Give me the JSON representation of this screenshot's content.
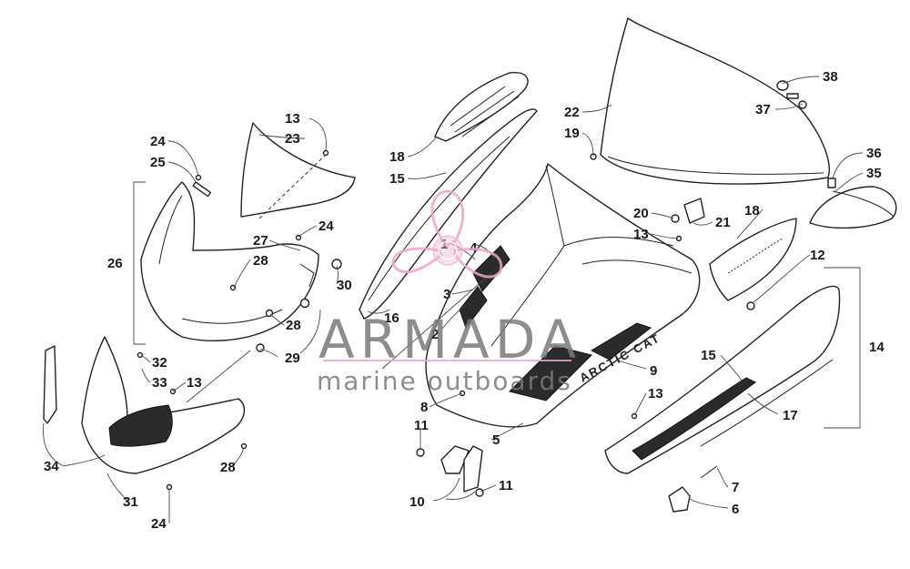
{
  "watermark": {
    "brand": "ARMADA",
    "tagline": "marine outboards",
    "brand_color": "#7a7a7a",
    "accent_color": "#e8a8c8"
  },
  "diagram": {
    "callouts": [
      {
        "id": "c1",
        "label": "1"
      },
      {
        "id": "c2",
        "label": "2"
      },
      {
        "id": "c3",
        "label": "3"
      },
      {
        "id": "c4",
        "label": "4"
      },
      {
        "id": "c5",
        "label": "5"
      },
      {
        "id": "c6",
        "label": "6"
      },
      {
        "id": "c7",
        "label": "7"
      },
      {
        "id": "c8",
        "label": "8"
      },
      {
        "id": "c9",
        "label": "9"
      },
      {
        "id": "c10",
        "label": "10"
      },
      {
        "id": "c11a",
        "label": "11"
      },
      {
        "id": "c11b",
        "label": "11"
      },
      {
        "id": "c12",
        "label": "12"
      },
      {
        "id": "c13a",
        "label": "13"
      },
      {
        "id": "c13b",
        "label": "13"
      },
      {
        "id": "c13c",
        "label": "13"
      },
      {
        "id": "c13d",
        "label": "13"
      },
      {
        "id": "c14",
        "label": "14"
      },
      {
        "id": "c15a",
        "label": "15"
      },
      {
        "id": "c15b",
        "label": "15"
      },
      {
        "id": "c16",
        "label": "16"
      },
      {
        "id": "c17",
        "label": "17"
      },
      {
        "id": "c18a",
        "label": "18"
      },
      {
        "id": "c18b",
        "label": "18"
      },
      {
        "id": "c19",
        "label": "19"
      },
      {
        "id": "c20",
        "label": "20"
      },
      {
        "id": "c21",
        "label": "21"
      },
      {
        "id": "c22",
        "label": "22"
      },
      {
        "id": "c23",
        "label": "23"
      },
      {
        "id": "c24a",
        "label": "24"
      },
      {
        "id": "c24b",
        "label": "24"
      },
      {
        "id": "c24c",
        "label": "24"
      },
      {
        "id": "c25",
        "label": "25"
      },
      {
        "id": "c26",
        "label": "26"
      },
      {
        "id": "c27",
        "label": "27"
      },
      {
        "id": "c28a",
        "label": "28"
      },
      {
        "id": "c28b",
        "label": "28"
      },
      {
        "id": "c28c",
        "label": "28"
      },
      {
        "id": "c29",
        "label": "29"
      },
      {
        "id": "c30",
        "label": "30"
      },
      {
        "id": "c31",
        "label": "31"
      },
      {
        "id": "c32",
        "label": "32"
      },
      {
        "id": "c33",
        "label": "33"
      },
      {
        "id": "c34",
        "label": "34"
      },
      {
        "id": "c35",
        "label": "35"
      },
      {
        "id": "c36",
        "label": "36"
      },
      {
        "id": "c37",
        "label": "37"
      },
      {
        "id": "c38",
        "label": "38"
      }
    ],
    "hood_decal_text": "ARCTIC CAT"
  }
}
